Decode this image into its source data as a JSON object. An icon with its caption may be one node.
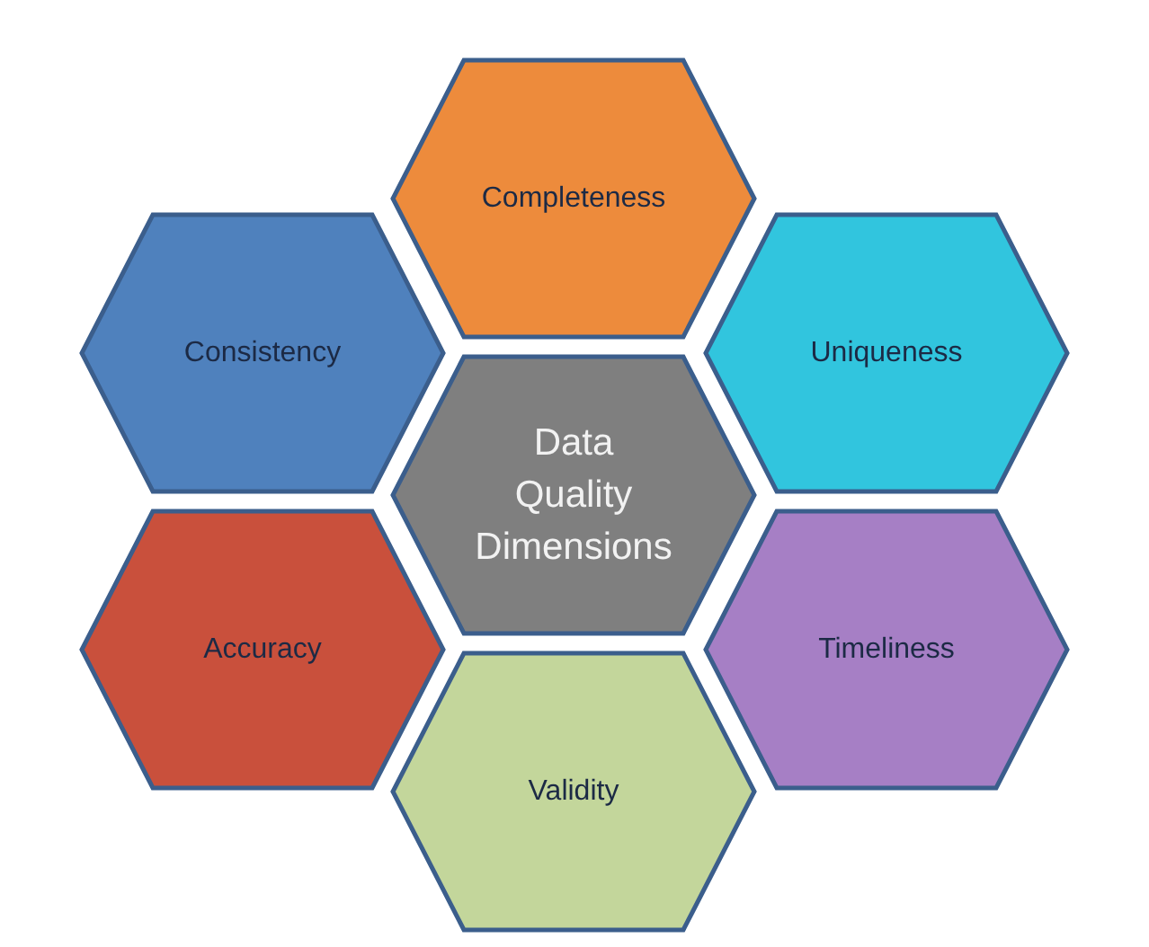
{
  "diagram": {
    "nodes": [
      {
        "text": [
          "Completeness"
        ]
      },
      {
        "text": [
          "Consistency"
        ]
      },
      {
        "text": [
          "Uniqueness"
        ]
      },
      {
        "text": [
          "Data Quality Dimensions"
        ]
      },
      {
        "text": [
          "Accuracy"
        ]
      },
      {
        "text": [
          "Timeliness"
        ]
      },
      {
        "text": [
          "Validity"
        ]
      }
    ]
  }
}
